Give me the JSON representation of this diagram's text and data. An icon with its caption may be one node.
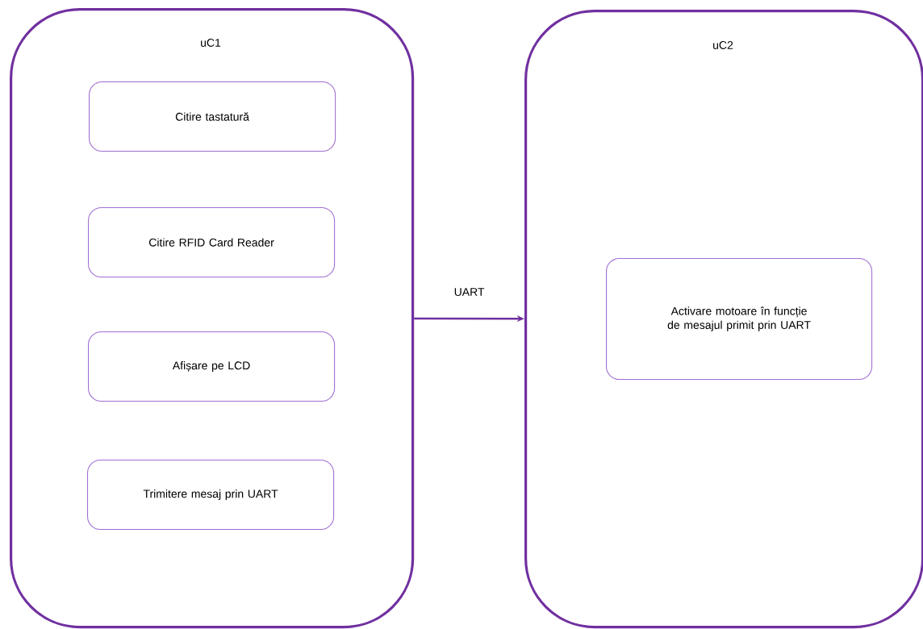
{
  "diagram": {
    "nodes": [
      {
        "text": [
          "uC1"
        ]
      },
      {
        "text": [
          "Citire tastatură"
        ],
        "in": 0
      },
      {
        "text": [
          "Citire RFID Card Reader"
        ],
        "in": 0
      },
      {
        "text": [
          "Afișare pe LCD"
        ],
        "in": 0
      },
      {
        "text": [
          "Trimitere mesaj prin UART"
        ],
        "in": 0
      },
      {
        "text": [
          "uC2"
        ]
      },
      {
        "text": [
          "Activare motoare în funcție de mesajul primit prin UART"
        ],
        "in": 5
      }
    ],
    "edges": [
      {
        "from": 0,
        "to": 5,
        "arrow": "to",
        "label": "UART"
      }
    ]
  }
}
